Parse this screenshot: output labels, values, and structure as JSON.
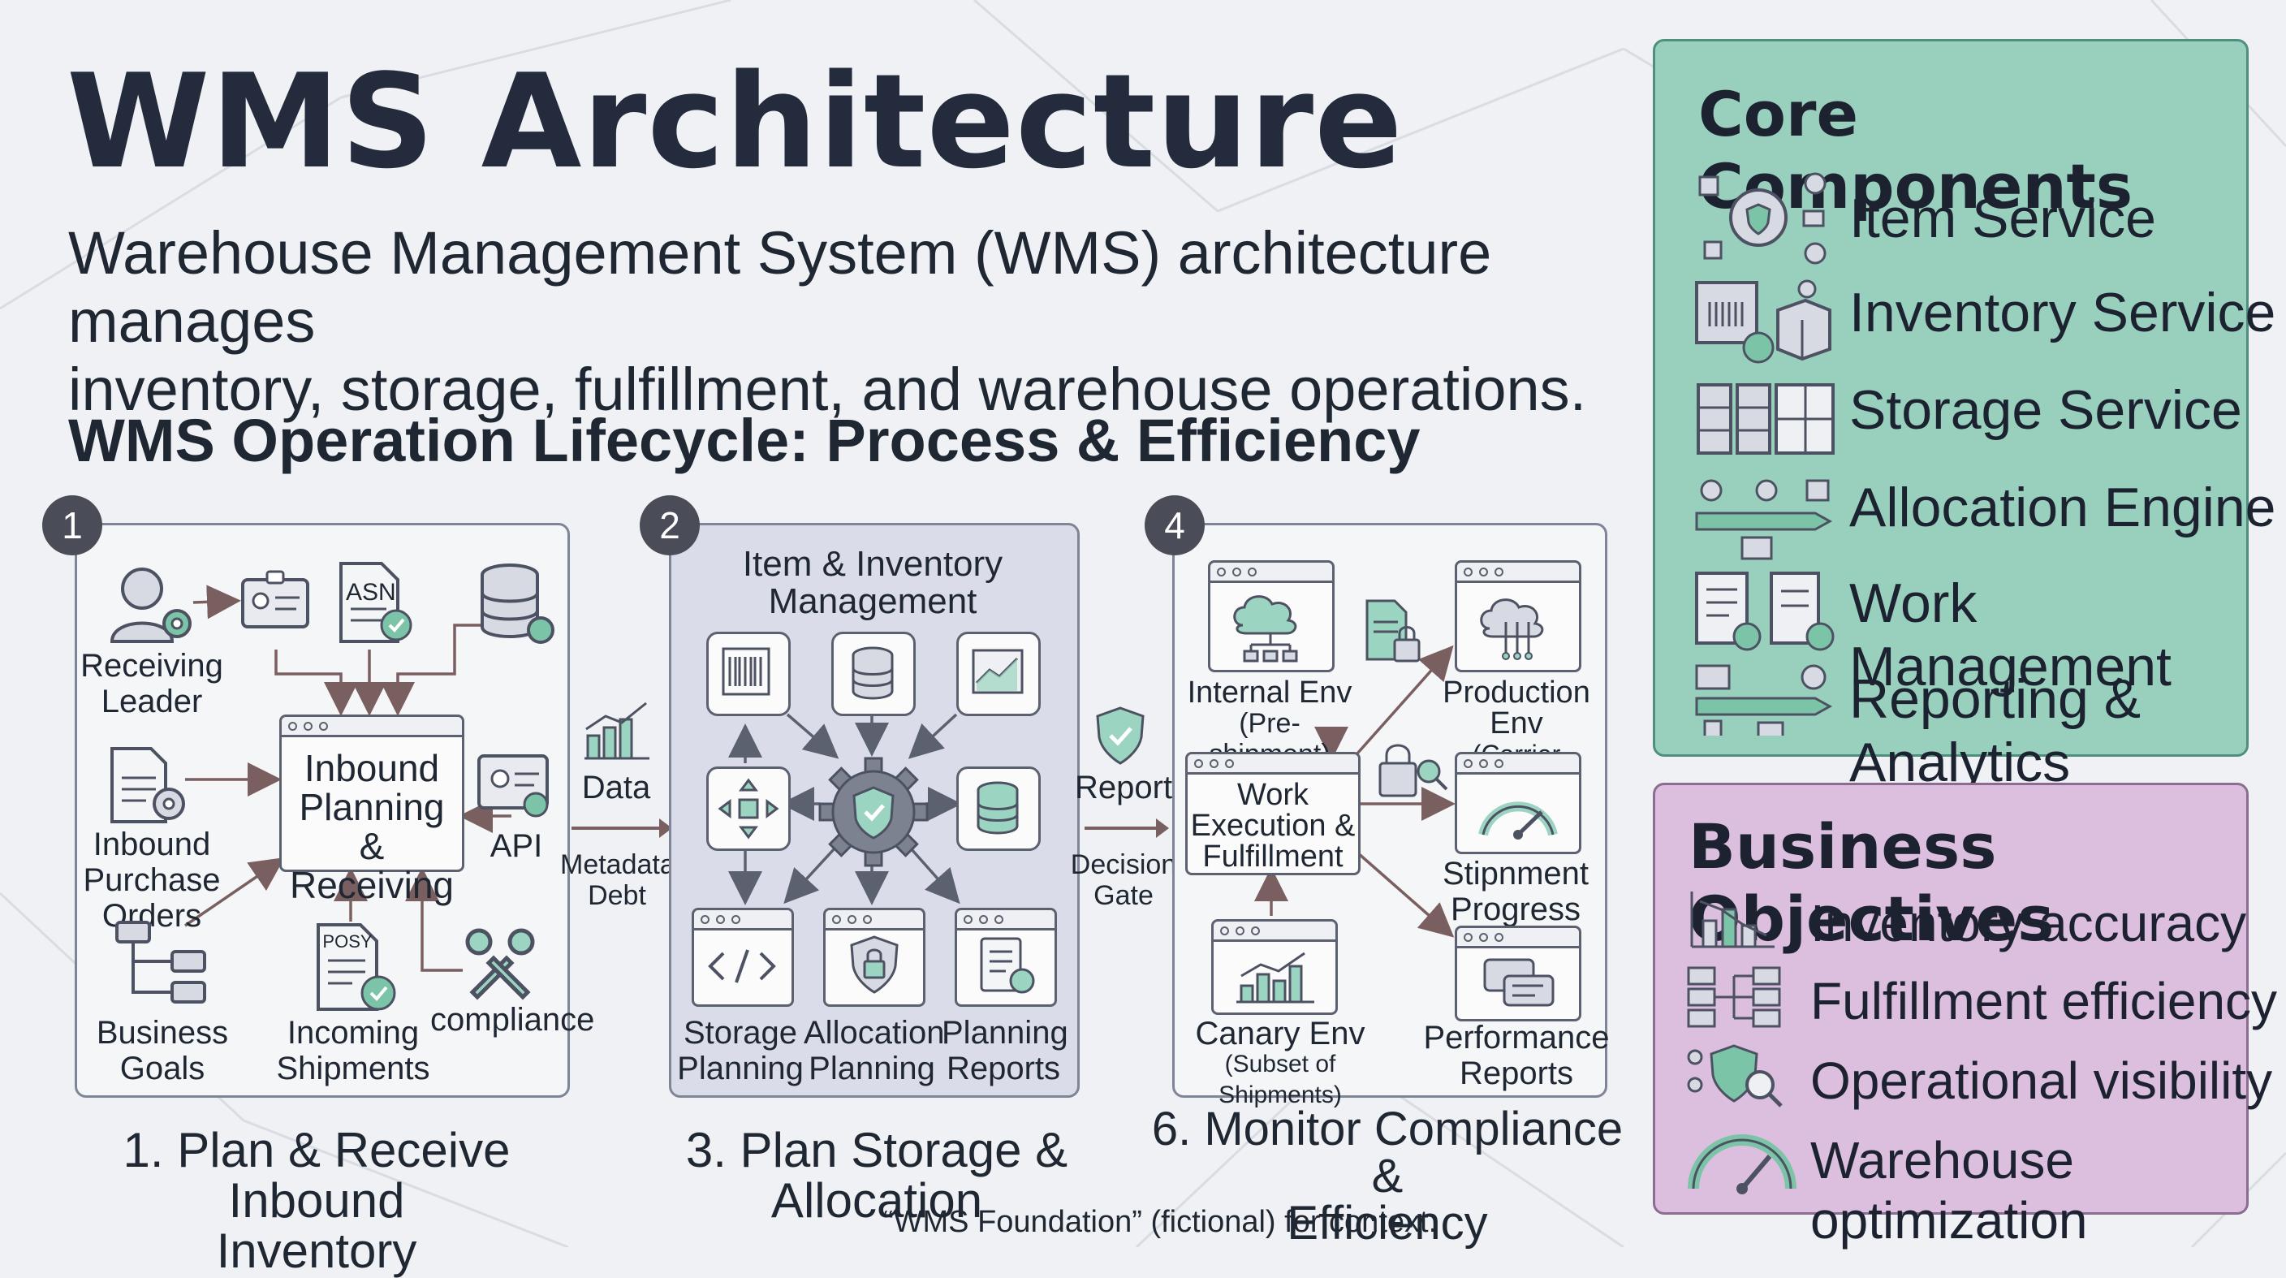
{
  "header": {
    "title": "WMS Architecture",
    "subtitle_line1": "Warehouse Management System (WMS) architecture manages",
    "subtitle_line2": "inventory, storage, fulfillment, and warehouse operations.",
    "lifecycle_title": "WMS Operation Lifecycle: Process & Efficiency"
  },
  "panel1": {
    "badge": "1",
    "center_box": [
      "Inbound",
      "Planning &",
      "Receiving"
    ],
    "receiving_leader": [
      "Receiving",
      "Leader"
    ],
    "asn": "ASN",
    "inbound_po": [
      "Inbound",
      "Purchase",
      "Orders"
    ],
    "api": "API",
    "posy": "POSY",
    "business_goals": [
      "Business",
      "Goals"
    ],
    "incoming_shipments": [
      "Incoming",
      "Shipments"
    ],
    "compliance": "compliance",
    "step_label": [
      "1. Plan & Receive Inbound",
      "Inventory"
    ]
  },
  "connector1": {
    "data": "Data",
    "metadata": [
      "Metadata",
      "Debt"
    ]
  },
  "panel2": {
    "badge": "2",
    "header": [
      "Item & Inventory",
      "Management"
    ],
    "storage_planning": [
      "Storage",
      "Planning"
    ],
    "allocation_planning": [
      "Allocation",
      "Planning"
    ],
    "planning_reports": [
      "Planning",
      "Reports"
    ],
    "step_label": "3. Plan Storage & Allocation"
  },
  "connector2": {
    "report": "Report",
    "decision": [
      "Decision",
      "Gate"
    ]
  },
  "panel3": {
    "badge": "4",
    "internal_env": [
      "Internal Env",
      "(Pre-shipment)"
    ],
    "production_env": [
      "Production Env",
      "(Carrier Release)"
    ],
    "work_execution": [
      "Work",
      "Execution &",
      "Fulfillment"
    ],
    "stipnment": [
      "Stipnment",
      "Progress"
    ],
    "canary_env": [
      "Canary Env",
      "(Subset of Shipments)"
    ],
    "performance": [
      "Performance",
      "Reports"
    ],
    "step_label": [
      "6. Monitor Compliance &",
      "Efficiency"
    ]
  },
  "footnote": "“WMS Foundation” (fictional) for context.",
  "core_components": {
    "title": "Core Components",
    "items": [
      "Item Service",
      "Inventory Service",
      "Storage Service",
      "Allocation Engine",
      "Work Management",
      "Reporting & Analytics"
    ]
  },
  "business_objectives": {
    "title": "Business Objectives",
    "items": [
      "Inventory accuracy",
      "Fulfillment efficiency",
      "Operational visibility",
      "Warehouse optimization"
    ]
  },
  "colors": {
    "core_bg": "#99cfbd",
    "biz_bg": "#dcbfde",
    "mid_panel_bg": "#dadde9",
    "accent_green": "#7cc4a8",
    "ink": "#232b3d"
  }
}
